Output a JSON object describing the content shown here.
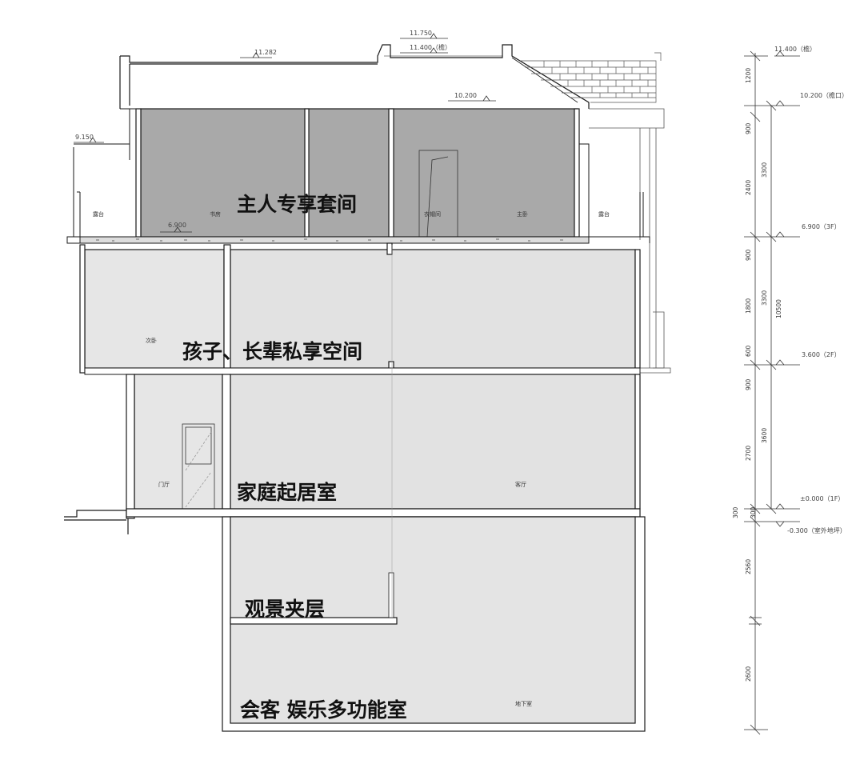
{
  "zones": {
    "master_suite": "主人专享套间",
    "children_elders": "孩子、长辈私享空间",
    "family_living": "家庭起居室",
    "viewing_mezzanine": "观景夹层",
    "multi_function": "会客 娱乐多功能室"
  },
  "rooms": {
    "study": "书房",
    "closet": "衣帽间",
    "master_bedroom": "主卧",
    "terrace_left": "露台",
    "terrace_right": "露台",
    "second_bedroom": "次卧",
    "foyer": "门厅",
    "living_room": "客厅",
    "basement": "地下室"
  },
  "elevations_left": {
    "roof_11282": "11.282",
    "roof_11750": "11.750",
    "roof_11400": "11.400（檐）",
    "eave_10200": "10.200",
    "level_9150": "9.150",
    "level_6900": "6.900"
  },
  "elevations_right": {
    "e11400": "11.400（檐）",
    "e10200": "10.200（檐口）",
    "e6900": "6.900（3F）",
    "e3600": "3.600（2F）",
    "e0000": "±0.000（1F）",
    "e_0300": "-0.300（室外地坪）"
  },
  "dimensions_right": {
    "d1200": "1200",
    "d900a": "900",
    "d2400": "2400",
    "d3300a": "3300",
    "d900b": "900",
    "d1800": "1800",
    "d3300b": "3300",
    "d10500": "10500",
    "d600": "600",
    "d900c": "900",
    "d2700": "2700",
    "d3600": "3600",
    "d300a": "300",
    "d300b": "300",
    "d2560": "2560",
    "d2600": "2600"
  },
  "colors": {
    "master_suite_fill": "#a9a9a9",
    "middle_fill": "#e2e2e2",
    "line": "#1a1a1a"
  }
}
